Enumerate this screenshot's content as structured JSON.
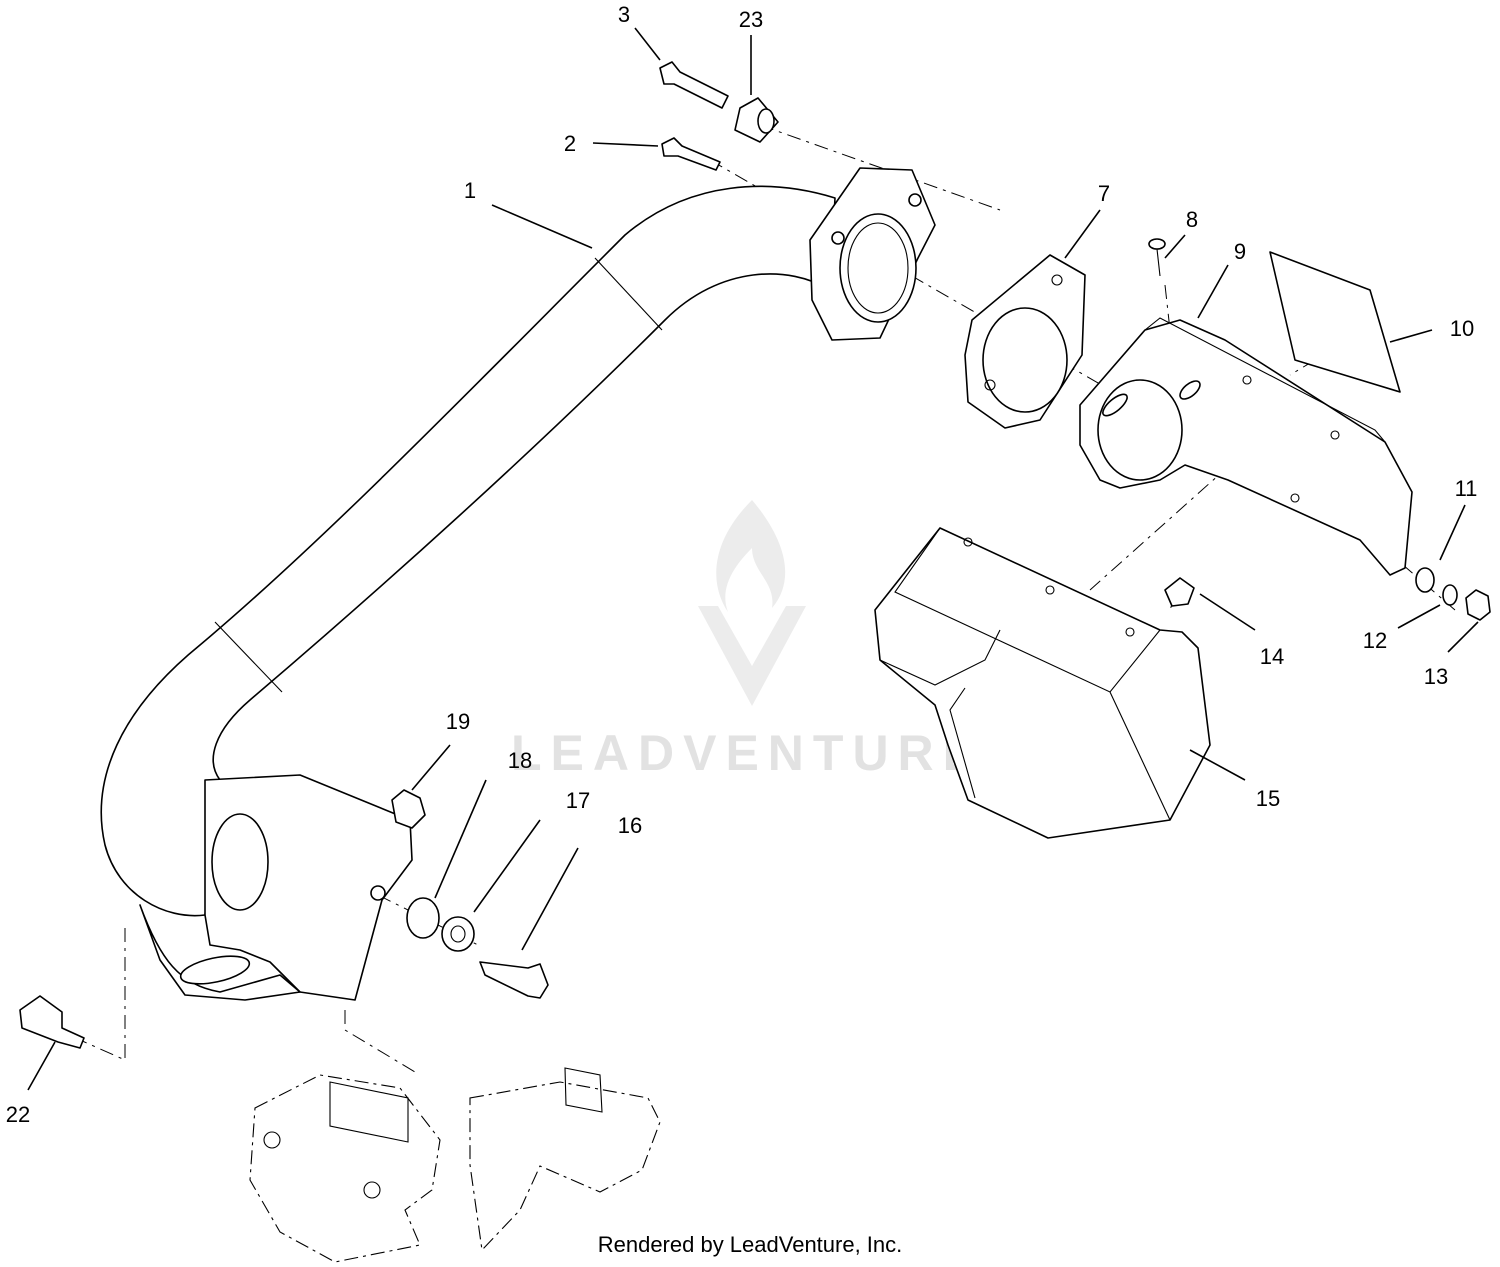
{
  "callouts": [
    "1",
    "2",
    "3",
    "7",
    "8",
    "9",
    "10",
    "11",
    "12",
    "13",
    "14",
    "15",
    "16",
    "17",
    "18",
    "19",
    "22",
    "23"
  ],
  "watermark": {
    "text": "LEADVENTURE",
    "icon": "flame-v-logo-icon"
  },
  "credit": "Rendered by LeadVenture, Inc."
}
